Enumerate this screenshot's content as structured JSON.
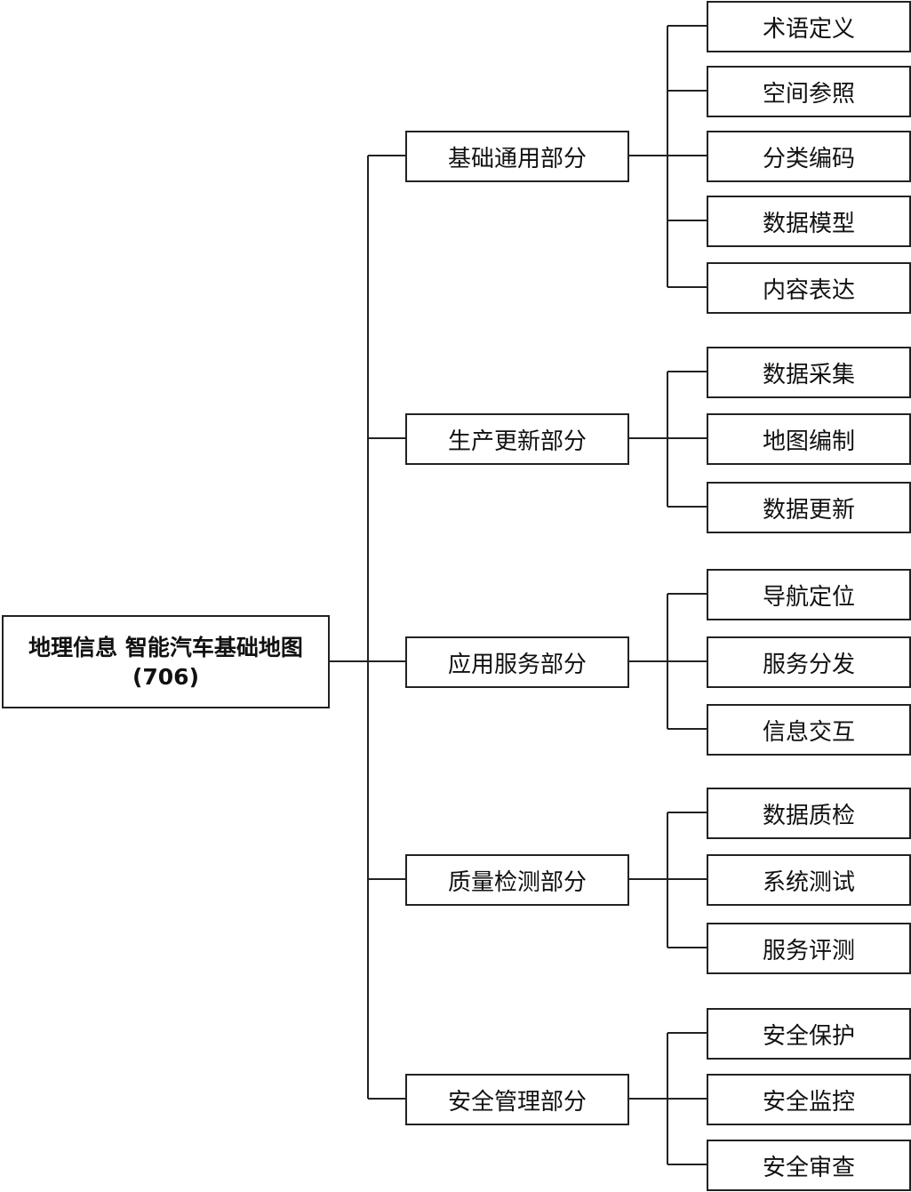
{
  "root": {
    "line1": "地理信息 智能汽车基础地图",
    "line2": "(706)"
  },
  "categories": [
    {
      "label": "基础通用部分",
      "children": [
        "术语定义",
        "空间参照",
        "分类编码",
        "数据模型",
        "内容表达"
      ]
    },
    {
      "label": "生产更新部分",
      "children": [
        "数据采集",
        "地图编制",
        "数据更新"
      ]
    },
    {
      "label": "应用服务部分",
      "children": [
        "导航定位",
        "服务分发",
        "信息交互"
      ]
    },
    {
      "label": "质量检测部分",
      "children": [
        "数据质检",
        "系统测试",
        "服务评测"
      ]
    },
    {
      "label": "安全管理部分",
      "children": [
        "安全保护",
        "安全监控",
        "安全审查"
      ]
    }
  ]
}
